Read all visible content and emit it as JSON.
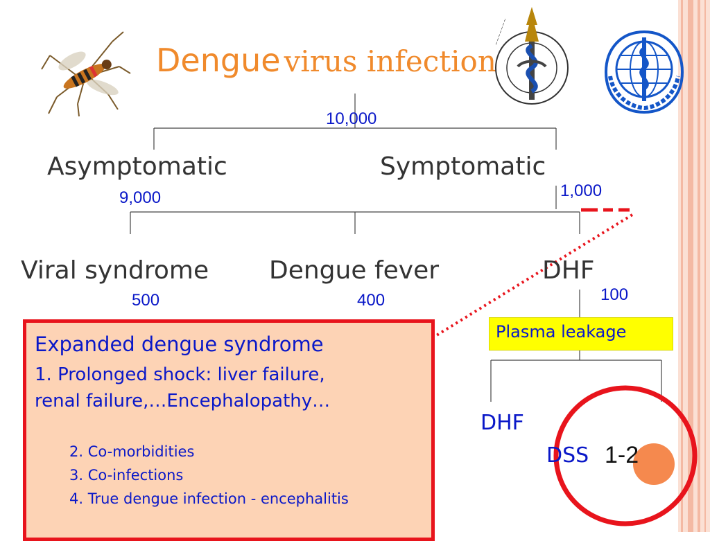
{
  "title": {
    "part1": "Dengue",
    "part2": "virus infection"
  },
  "nodes": {
    "total": "10,000",
    "asymptomatic": "Asymptomatic",
    "asymptomatic_count": "9,000",
    "symptomatic": "Symptomatic",
    "symptomatic_count": "1,000",
    "viral_syndrome": "Viral syndrome",
    "viral_syndrome_count": "500",
    "dengue_fever": "Dengue fever",
    "dengue_fever_count": "400",
    "dhf": "DHF",
    "dhf_count": "100",
    "plasma_leakage": "Plasma leakage",
    "dhf_sub": "DHF",
    "dss": "DSS",
    "dss_count": "1-2"
  },
  "expanded_box": {
    "title": "Expanded dengue syndrome",
    "line1": "1.   Prolonged shock: liver failure,",
    "line2": "renal failure,…Encephalopathy…",
    "item2": "2.    Co-morbidities",
    "item3": "3.  Co-infections",
    "item4": "4.  True dengue infection - encephalitis"
  },
  "colors": {
    "title": "#f08a2c",
    "numbers": "#0a18c8",
    "box_fill": "#fdd3b5",
    "box_border": "#e8141c",
    "highlight": "#ffff00",
    "circle": "#e8141c",
    "orange_dot": "#f5894e"
  },
  "icons": [
    "mosquito-icon",
    "institute-seal-icon",
    "who-logo-icon"
  ]
}
